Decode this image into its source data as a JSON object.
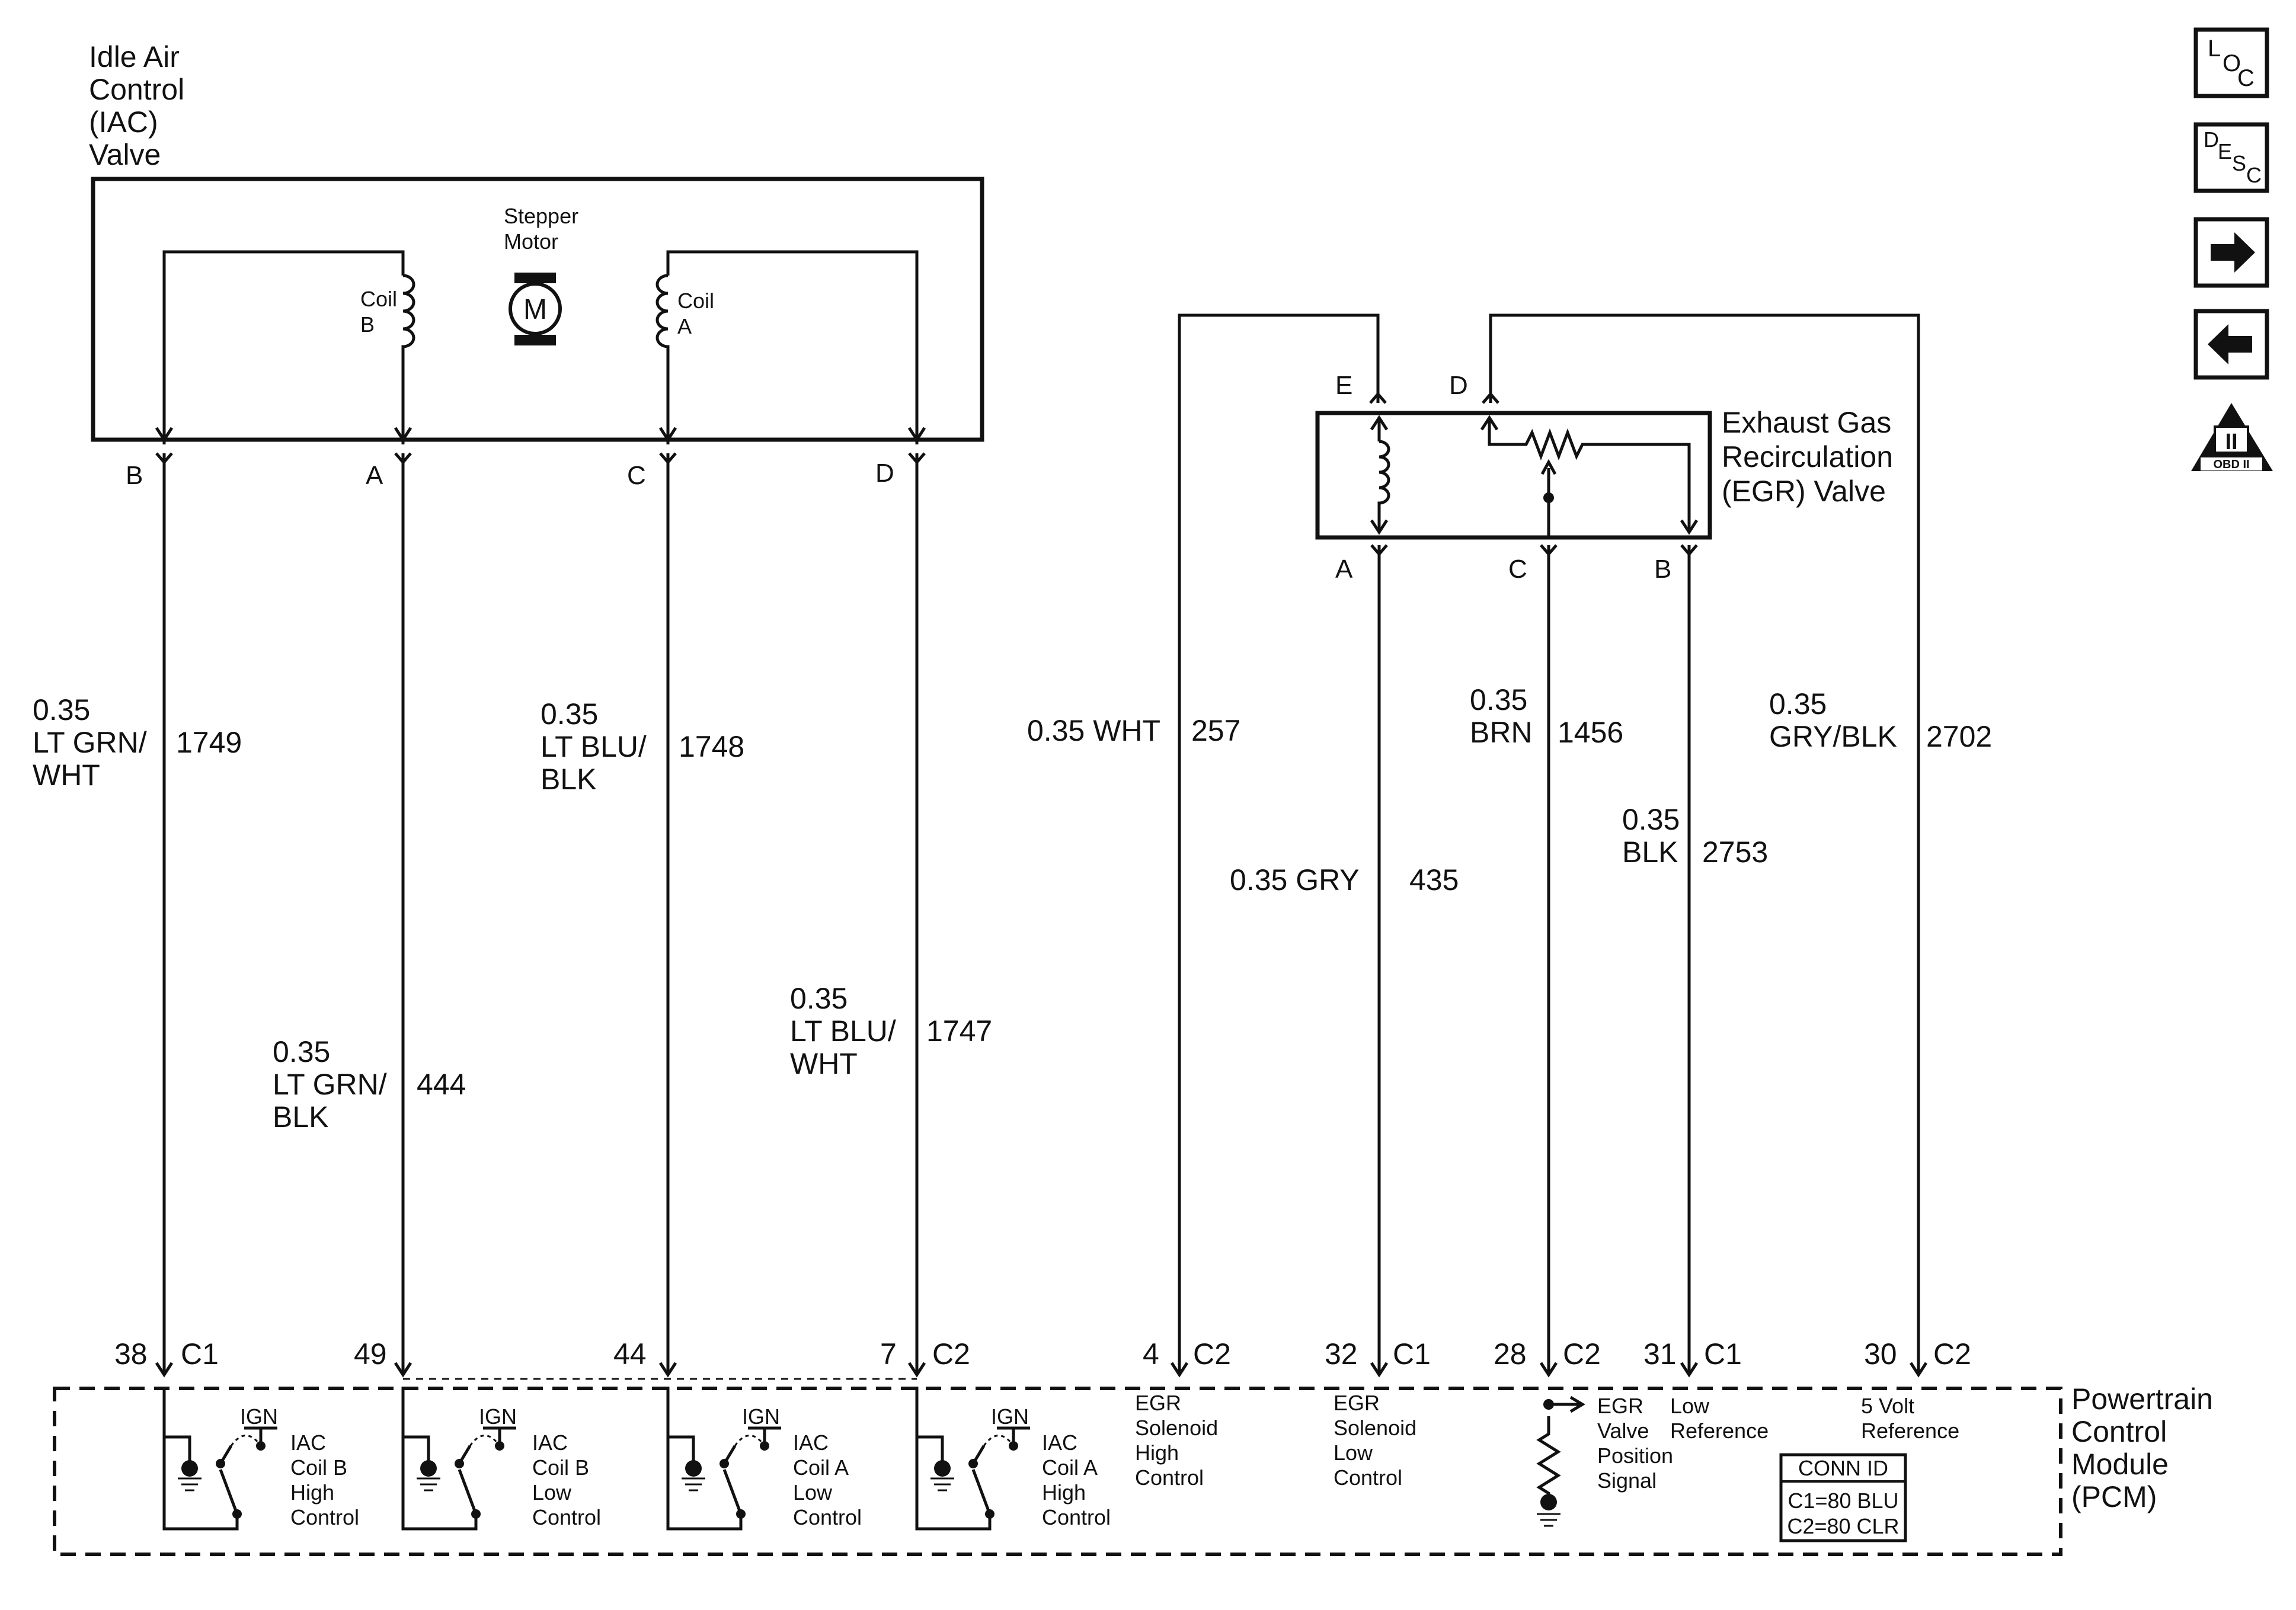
{
  "iac": {
    "title_lines": [
      "Idle Air",
      "Control",
      "(IAC)",
      "Valve"
    ],
    "motor_lines": [
      "Stepper",
      "Motor"
    ],
    "motor_symbol": "M",
    "coil_b_lines": [
      "Coil",
      "B"
    ],
    "coil_a_lines": [
      "Coil",
      "A"
    ],
    "pins": [
      "B",
      "A",
      "C",
      "D"
    ]
  },
  "egr": {
    "title_lines": [
      "Exhaust Gas",
      "Recirculation",
      "(EGR) Valve"
    ],
    "top_pins": [
      "E",
      "D"
    ],
    "bottom_pins": [
      "A",
      "C",
      "B"
    ]
  },
  "wires": [
    {
      "gauge_lines": [
        "0.35",
        "LT GRN/",
        "WHT"
      ],
      "circuit": "1749"
    },
    {
      "gauge_lines": [
        "0.35",
        "LT GRN/",
        "BLK"
      ],
      "circuit": "444"
    },
    {
      "gauge_lines": [
        "0.35",
        "LT BLU/",
        "BLK"
      ],
      "circuit": "1748"
    },
    {
      "gauge_lines": [
        "0.35",
        "LT BLU/",
        "WHT"
      ],
      "circuit": "1747"
    },
    {
      "gauge_lines": [
        "0.35 WHT"
      ],
      "circuit": "257"
    },
    {
      "gauge_lines": [
        "0.35 GRY"
      ],
      "circuit": "435"
    },
    {
      "gauge_lines": [
        "0.35",
        "BRN"
      ],
      "circuit": "1456"
    },
    {
      "gauge_lines": [
        "0.35",
        "BLK"
      ],
      "circuit": "2753"
    },
    {
      "gauge_lines": [
        "0.35",
        "GRY/BLK"
      ],
      "circuit": "2702"
    }
  ],
  "pcm_pins": [
    {
      "num": "38",
      "conn": "C1"
    },
    {
      "num": "49",
      "conn": ""
    },
    {
      "num": "44",
      "conn": ""
    },
    {
      "num": "7",
      "conn": "C2"
    },
    {
      "num": "4",
      "conn": "C2"
    },
    {
      "num": "32",
      "conn": "C1"
    },
    {
      "num": "28",
      "conn": "C2"
    },
    {
      "num": "31",
      "conn": "C1"
    },
    {
      "num": "30",
      "conn": "C2"
    }
  ],
  "pcm": {
    "title_lines": [
      "Powertrain",
      "Control",
      "Module",
      "(PCM)"
    ],
    "ign_label": "IGN",
    "drivers": [
      [
        "IAC",
        "Coil B",
        "High",
        "Control"
      ],
      [
        "IAC",
        "Coil B",
        "Low",
        "Control"
      ],
      [
        "IAC",
        "Coil A",
        "Low",
        "Control"
      ],
      [
        "IAC",
        "Coil A",
        "High",
        "Control"
      ]
    ],
    "egr_high": [
      "EGR",
      "Solenoid",
      "High",
      "Control"
    ],
    "egr_low": [
      "EGR",
      "Solenoid",
      "Low",
      "Control"
    ],
    "egr_pos": [
      "EGR",
      "Valve",
      "Position",
      "Signal"
    ],
    "low_ref": [
      "Low",
      "Reference"
    ],
    "five_volt": [
      "5 Volt",
      "Reference"
    ],
    "conn_id": {
      "title": "CONN ID",
      "rows": [
        "C1=80 BLU",
        "C2=80 CLR"
      ]
    }
  },
  "nav": {
    "loc": [
      "L",
      "O",
      "C"
    ],
    "desc": [
      "D",
      "E",
      "S",
      "C"
    ],
    "next_icon": "arrow-right-icon",
    "prev_icon": "arrow-left-icon",
    "obd": {
      "numeral": "II",
      "label": "OBD II"
    }
  }
}
